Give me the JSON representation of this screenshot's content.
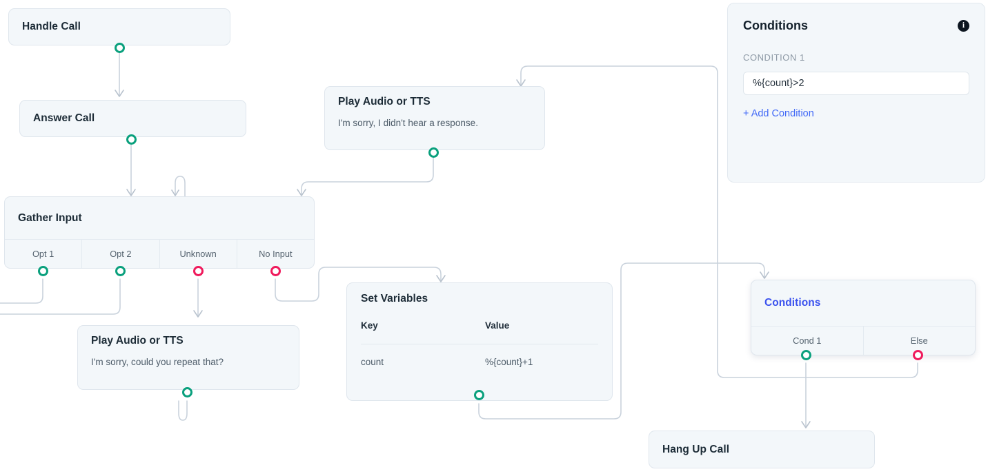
{
  "flow": {
    "nodes": [
      {
        "id": "handle-call",
        "title": "Handle Call"
      },
      {
        "id": "answer-call",
        "title": "Answer Call"
      },
      {
        "id": "gather-input",
        "title": "Gather Input",
        "branches": [
          "Opt 1",
          "Opt 2",
          "Unknown",
          "No Input"
        ],
        "branch_port_colors": [
          "teal",
          "teal",
          "pink",
          "pink"
        ]
      },
      {
        "id": "play-audio-no-response",
        "title": "Play Audio or TTS",
        "message": "I'm sorry, I didn't hear a response."
      },
      {
        "id": "play-audio-repeat",
        "title": "Play Audio or TTS",
        "message": "I'm sorry, could you repeat that?"
      },
      {
        "id": "set-variables",
        "title": "Set Variables",
        "table": {
          "headers": [
            "Key",
            "Value"
          ],
          "rows": [
            [
              "count",
              "%{count}+1"
            ]
          ]
        }
      },
      {
        "id": "conditions-node",
        "title": "Conditions",
        "branches": [
          "Cond 1",
          "Else"
        ],
        "branch_port_colors": [
          "teal",
          "pink"
        ]
      },
      {
        "id": "hang-up-call",
        "title": "Hang Up Call"
      }
    ]
  },
  "panel": {
    "title": "Conditions",
    "info_icon": "info-icon",
    "condition_label": "CONDITION 1",
    "condition_value": "%{count}>2",
    "add_condition_label": "+ Add Condition"
  },
  "colors": {
    "port_success": "#0aa07d",
    "port_error": "#ef1a5c",
    "node_bg": "#f3f7fa",
    "edge": "#c9d2dc",
    "link": "#4169f7",
    "selected_title": "#3b52ee"
  }
}
